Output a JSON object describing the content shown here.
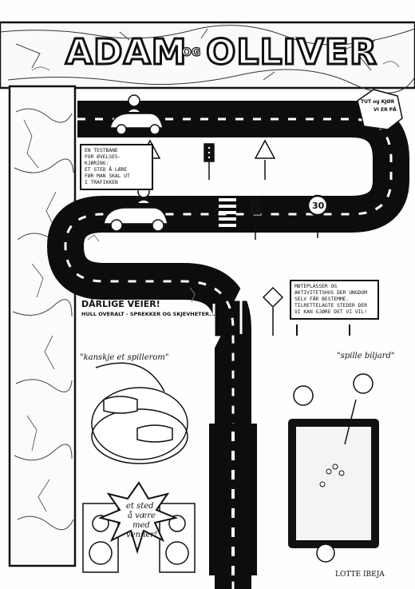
{
  "title": {
    "word1": "ADAM",
    "connector": "OG",
    "word2": "OLLIVER"
  },
  "corner_stamp": {
    "line1": "TUT og KJØR",
    "line2": "VI ER PÅ"
  },
  "test_track_sign": "EN TESTBANE\nFOR ØVELSES-\nKJØRING:\nET STED Å LÆRE\nFØR MAN SKAL UT\nI TRAFIKKEN",
  "speed_sign": "30",
  "meeting_sign": "MØTEPLASSER OG\nAKTIVITETSHUS DER UNGDOM\nSELV FÅR BESTEMME.\nTILRETTELAGTE STEDER DER\nVI KAN GJØRE DET VI VIL!",
  "bad_roads": {
    "heading": "DÅRLIGE VEIER!",
    "sub": "HULL OVERALT - SPREKKER OG SKJEVHETER..."
  },
  "kanskje": "\"kanskje et spillerom\"",
  "biljard": "\"spille biljard\"",
  "friends_burst": {
    "line1": "et sted",
    "line2": "å være",
    "line3": "med",
    "line4": "venner!"
  },
  "signature": "LOTTE IBEJA",
  "colors": {
    "ink": "#111111",
    "paper": "#fefefe",
    "road": "#0d0d0d",
    "table": "#f4f4f4"
  }
}
